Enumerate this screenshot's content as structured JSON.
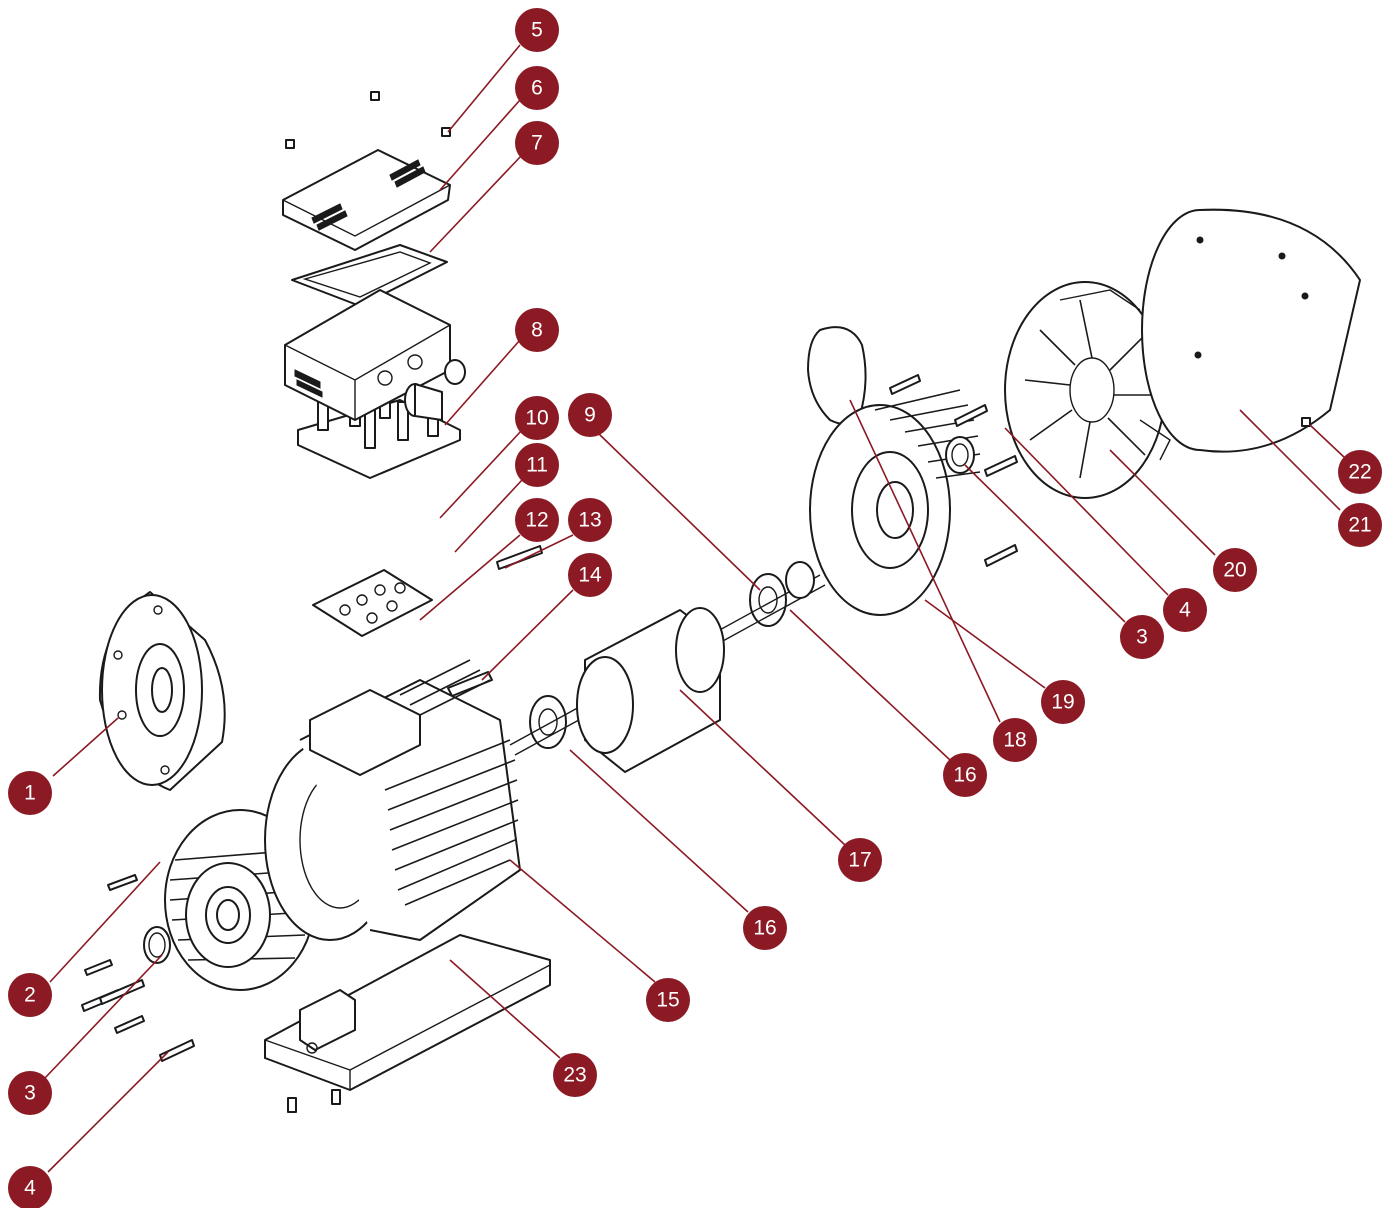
{
  "diagram": {
    "accent_color": "#8b1a24",
    "line_color": "#1a1a1a",
    "callouts": [
      {
        "label": "1"
      },
      {
        "label": "2"
      },
      {
        "label": "3"
      },
      {
        "label": "4"
      },
      {
        "label": "5"
      },
      {
        "label": "6"
      },
      {
        "label": "7"
      },
      {
        "label": "8"
      },
      {
        "label": "9"
      },
      {
        "label": "10"
      },
      {
        "label": "11"
      },
      {
        "label": "12"
      },
      {
        "label": "13"
      },
      {
        "label": "14"
      },
      {
        "label": "15"
      },
      {
        "label": "16"
      },
      {
        "label": "17"
      },
      {
        "label": "23"
      },
      {
        "label": "3"
      },
      {
        "label": "4"
      },
      {
        "label": "16"
      },
      {
        "label": "18"
      },
      {
        "label": "19"
      },
      {
        "label": "20"
      },
      {
        "label": "21"
      },
      {
        "label": "22"
      }
    ]
  }
}
